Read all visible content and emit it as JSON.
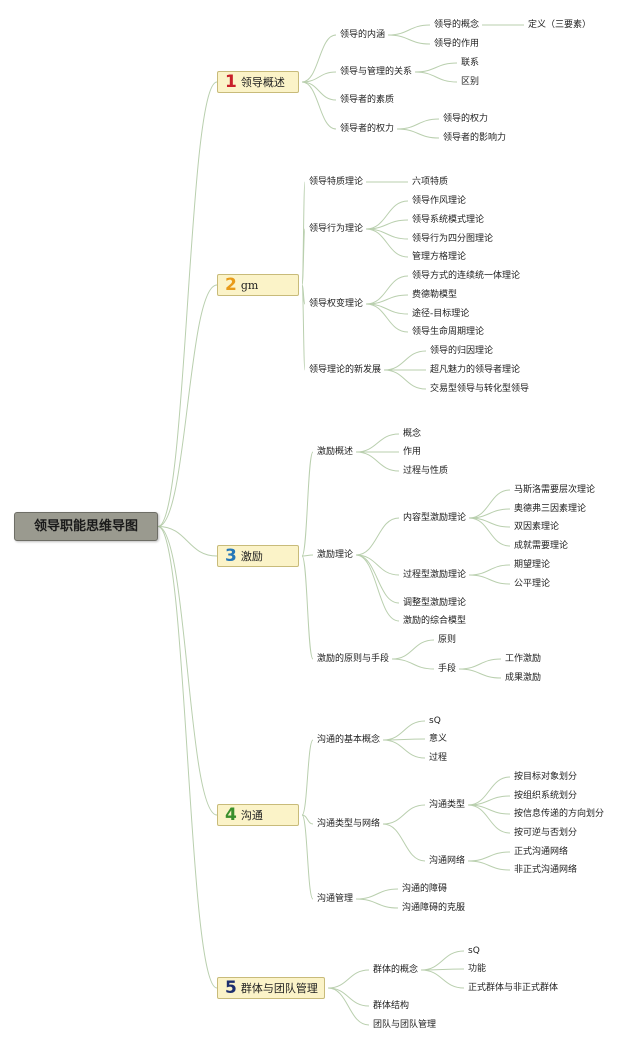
{
  "root": {
    "label": "领导职能思维导图"
  },
  "colors": {
    "line": "#b9cfae",
    "topic_bg": "#fbf3c8",
    "topic_border": "#c8bb7a",
    "root_bg": "#9a9a8f"
  },
  "topics": [
    {
      "num": "1",
      "label": "领导概述",
      "children": [
        {
          "label": "领导的内涵",
          "children": [
            {
              "label": "领导的概念",
              "children": [
                {
                  "label": "定义（三要素）"
                }
              ]
            },
            {
              "label": "领导的作用"
            }
          ]
        },
        {
          "label": "领导与管理的关系",
          "children": [
            {
              "label": "联系"
            },
            {
              "label": "区别"
            }
          ]
        },
        {
          "label": "领导者的素质"
        },
        {
          "label": "领导者的权力",
          "children": [
            {
              "label": "领导的权力"
            },
            {
              "label": "领导者的影响力"
            }
          ]
        }
      ]
    },
    {
      "num": "2",
      "label": "gm",
      "children": [
        {
          "label": "领导特质理论",
          "children": [
            {
              "label": "六项特质"
            }
          ]
        },
        {
          "label": "领导行为理论",
          "children": [
            {
              "label": "领导作风理论"
            },
            {
              "label": "领导系统模式理论"
            },
            {
              "label": "领导行为四分图理论"
            },
            {
              "label": "管理方格理论"
            }
          ]
        },
        {
          "label": "领导权变理论",
          "children": [
            {
              "label": "领导方式的连续统一体理论"
            },
            {
              "label": "费德勒模型"
            },
            {
              "label": "途径-目标理论"
            },
            {
              "label": "领导生命周期理论"
            }
          ]
        },
        {
          "label": "领导理论的新发展",
          "children": [
            {
              "label": "领导的归因理论"
            },
            {
              "label": "超凡魅力的领导者理论"
            },
            {
              "label": "交易型领导与转化型领导"
            }
          ]
        }
      ]
    },
    {
      "num": "3",
      "label": "激励",
      "children": [
        {
          "label": "激励概述",
          "children": [
            {
              "label": "概念"
            },
            {
              "label": "作用"
            },
            {
              "label": "过程与性质"
            }
          ]
        },
        {
          "label": "激励理论",
          "children": [
            {
              "label": "内容型激励理论",
              "children": [
                {
                  "label": "马斯洛需要层次理论"
                },
                {
                  "label": "奥德弗三因素理论"
                },
                {
                  "label": "双因素理论"
                },
                {
                  "label": "成就需要理论"
                }
              ]
            },
            {
              "label": "过程型激励理论",
              "children": [
                {
                  "label": "期望理论"
                },
                {
                  "label": "公平理论"
                }
              ]
            },
            {
              "label": "调整型激励理论"
            },
            {
              "label": "激励的综合模型"
            }
          ]
        },
        {
          "label": "激励的原则与手段",
          "children": [
            {
              "label": "原则"
            },
            {
              "label": "手段",
              "children": [
                {
                  "label": "工作激励"
                },
                {
                  "label": "成果激励"
                }
              ]
            }
          ]
        }
      ]
    },
    {
      "num": "4",
      "label": "沟通",
      "children": [
        {
          "label": "沟通的基本概念",
          "children": [
            {
              "label": "sQ"
            },
            {
              "label": "意义"
            },
            {
              "label": "过程"
            }
          ]
        },
        {
          "label": "沟通类型与网络",
          "children": [
            {
              "label": "沟通类型",
              "children": [
                {
                  "label": "按目标对象划分"
                },
                {
                  "label": "按组织系统划分"
                },
                {
                  "label": "按信息传递的方向划分"
                },
                {
                  "label": "按可逆与否划分"
                }
              ]
            },
            {
              "label": "沟通网络",
              "children": [
                {
                  "label": "正式沟通网络"
                },
                {
                  "label": "非正式沟通网络"
                }
              ]
            }
          ]
        },
        {
          "label": "沟通管理",
          "children": [
            {
              "label": "沟通的障碍"
            },
            {
              "label": "沟通障碍的克服"
            }
          ]
        }
      ]
    },
    {
      "num": "5",
      "label": "群体与团队管理",
      "children": [
        {
          "label": "群体的概念",
          "children": [
            {
              "label": "sQ"
            },
            {
              "label": "功能"
            },
            {
              "label": "正式群体与非正式群体"
            }
          ]
        },
        {
          "label": "群体结构"
        },
        {
          "label": "团队与团队管理"
        }
      ]
    }
  ]
}
